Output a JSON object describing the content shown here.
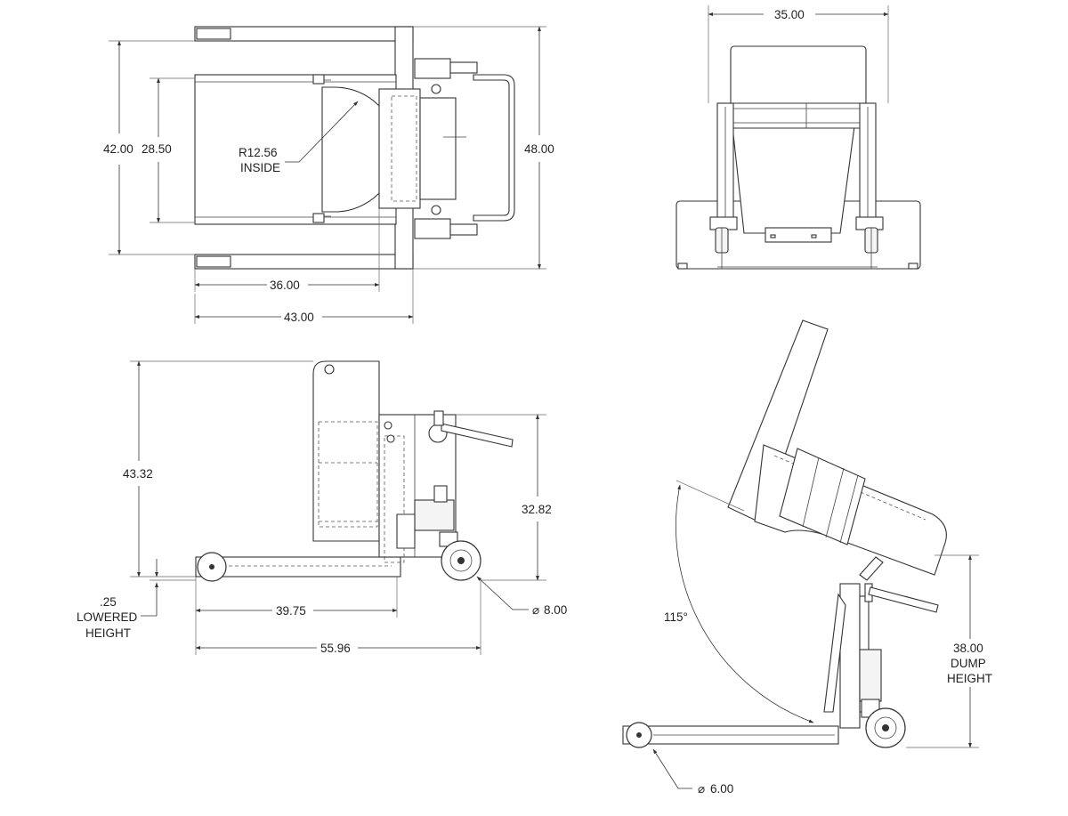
{
  "top_view": {
    "width_overall": "42.00",
    "width_inside": "28.50",
    "radius_line1": "R12.56",
    "radius_line2": "INSIDE",
    "length_inside": "36.00",
    "length_overall": "43.00",
    "total_length": "48.00"
  },
  "end_view": {
    "width": "35.00"
  },
  "side_view": {
    "height": "43.32",
    "handle_height": "32.82",
    "lowered_value": ".25",
    "lowered_line1": "LOWERED",
    "lowered_line2": "HEIGHT",
    "wheel_diameter": "8.00",
    "inner_length": "39.75",
    "overall_length": "55.96"
  },
  "dump_view": {
    "angle": "115°",
    "dump_value": "38.00",
    "dump_line1": "DUMP",
    "dump_line2": "HEIGHT",
    "front_wheel_diameter": "6.00"
  },
  "symbols": {
    "diameter": "⌀"
  },
  "colors": {
    "line": "#333333",
    "background": "#ffffff"
  }
}
